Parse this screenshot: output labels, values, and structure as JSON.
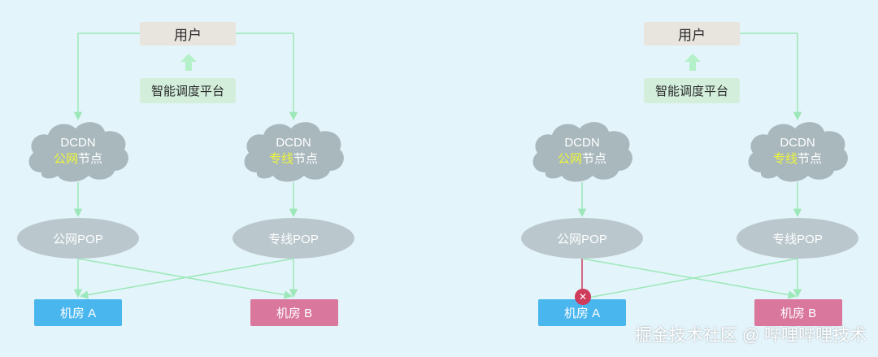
{
  "colors": {
    "background": "#e4f4fb",
    "flow_line": "#9ce8b8",
    "failed_line": "#cf3b5a",
    "room_a": "#4ab6ee",
    "room_b": "#d9779c",
    "cloud": "#a9b8bd",
    "pop": "#bac7cd",
    "highlight_text": "#ecf53a"
  },
  "diagrams": [
    {
      "user": "用户",
      "scheduler": "智能调度平台",
      "clouds": [
        {
          "line1": "DCDN",
          "highlight": "公网",
          "suffix": "节点"
        },
        {
          "line1": "DCDN",
          "highlight": "专线",
          "suffix": "节点"
        }
      ],
      "pops": [
        "公网POP",
        "专线POP"
      ],
      "rooms": [
        "机房 A",
        "机房 B"
      ]
    },
    {
      "user": "用户",
      "scheduler": "智能调度平台",
      "clouds": [
        {
          "line1": "DCDN",
          "highlight": "公网",
          "suffix": "节点"
        },
        {
          "line1": "DCDN",
          "highlight": "专线",
          "suffix": "节点"
        }
      ],
      "pops": [
        "公网POP",
        "专线POP"
      ],
      "rooms": [
        "机房 A",
        "机房 B"
      ],
      "failed_link_icon": "close-icon"
    }
  ],
  "watermark": "掘金技术社区 @ 哔哩哔哩技术"
}
